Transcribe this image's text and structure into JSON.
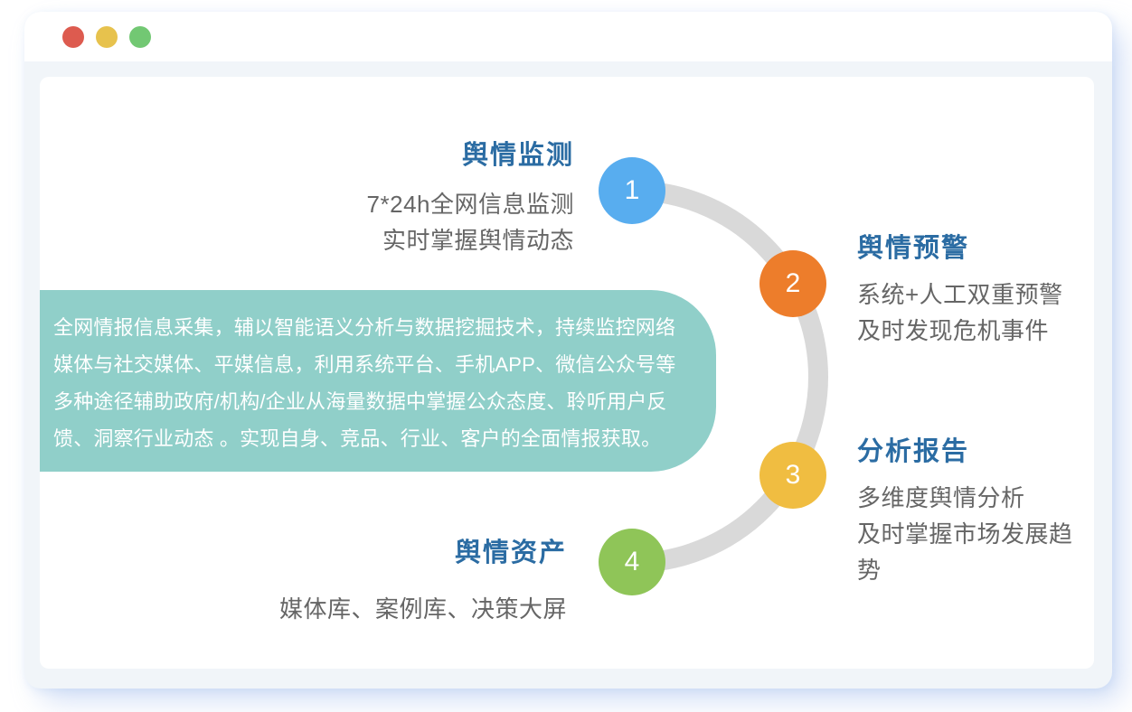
{
  "colors": {
    "traffic_red": "#dd5b4f",
    "traffic_yellow": "#e7c24d",
    "traffic_green": "#72c873",
    "title_blue": "#2b6ca3",
    "body_gray": "#666666",
    "arc_gray": "#d9d9d9",
    "window_bg": "#f1f5f9",
    "card_bg": "#ffffff"
  },
  "diagram": {
    "description_box": {
      "background": "#90cfc9",
      "text_color": "#ffffff",
      "lines": [
        "全网情报信息采集，辅以智能语义分析与数据挖掘技术，持续监控网络",
        "媒体与社交媒体、平媒信息，利用系统平台、手机APP、微信公众号等",
        "多种途径辅助政府/机构/企业从海量数据中掌握公众态度、聆听用户反",
        "馈、洞察行业动态 。实现自身、竞品、行业、客户的全面情报获取。"
      ]
    },
    "steps": [
      {
        "number": "1",
        "title": "舆情监测",
        "color": "#58adef",
        "lines": [
          "7*24h全网信息监测",
          "实时掌握舆情动态"
        ]
      },
      {
        "number": "2",
        "title": "舆情预警",
        "color": "#ed7d2b",
        "lines": [
          "系统+人工双重预警",
          "及时发现危机事件"
        ]
      },
      {
        "number": "3",
        "title": "分析报告",
        "color": "#f0bd41",
        "lines": [
          "多维度舆情分析",
          "及时掌握市场发展趋势"
        ]
      },
      {
        "number": "4",
        "title": "舆情资产",
        "color": "#8fc558",
        "lines": [
          "媒体库、案例库、决策大屏"
        ]
      }
    ]
  }
}
